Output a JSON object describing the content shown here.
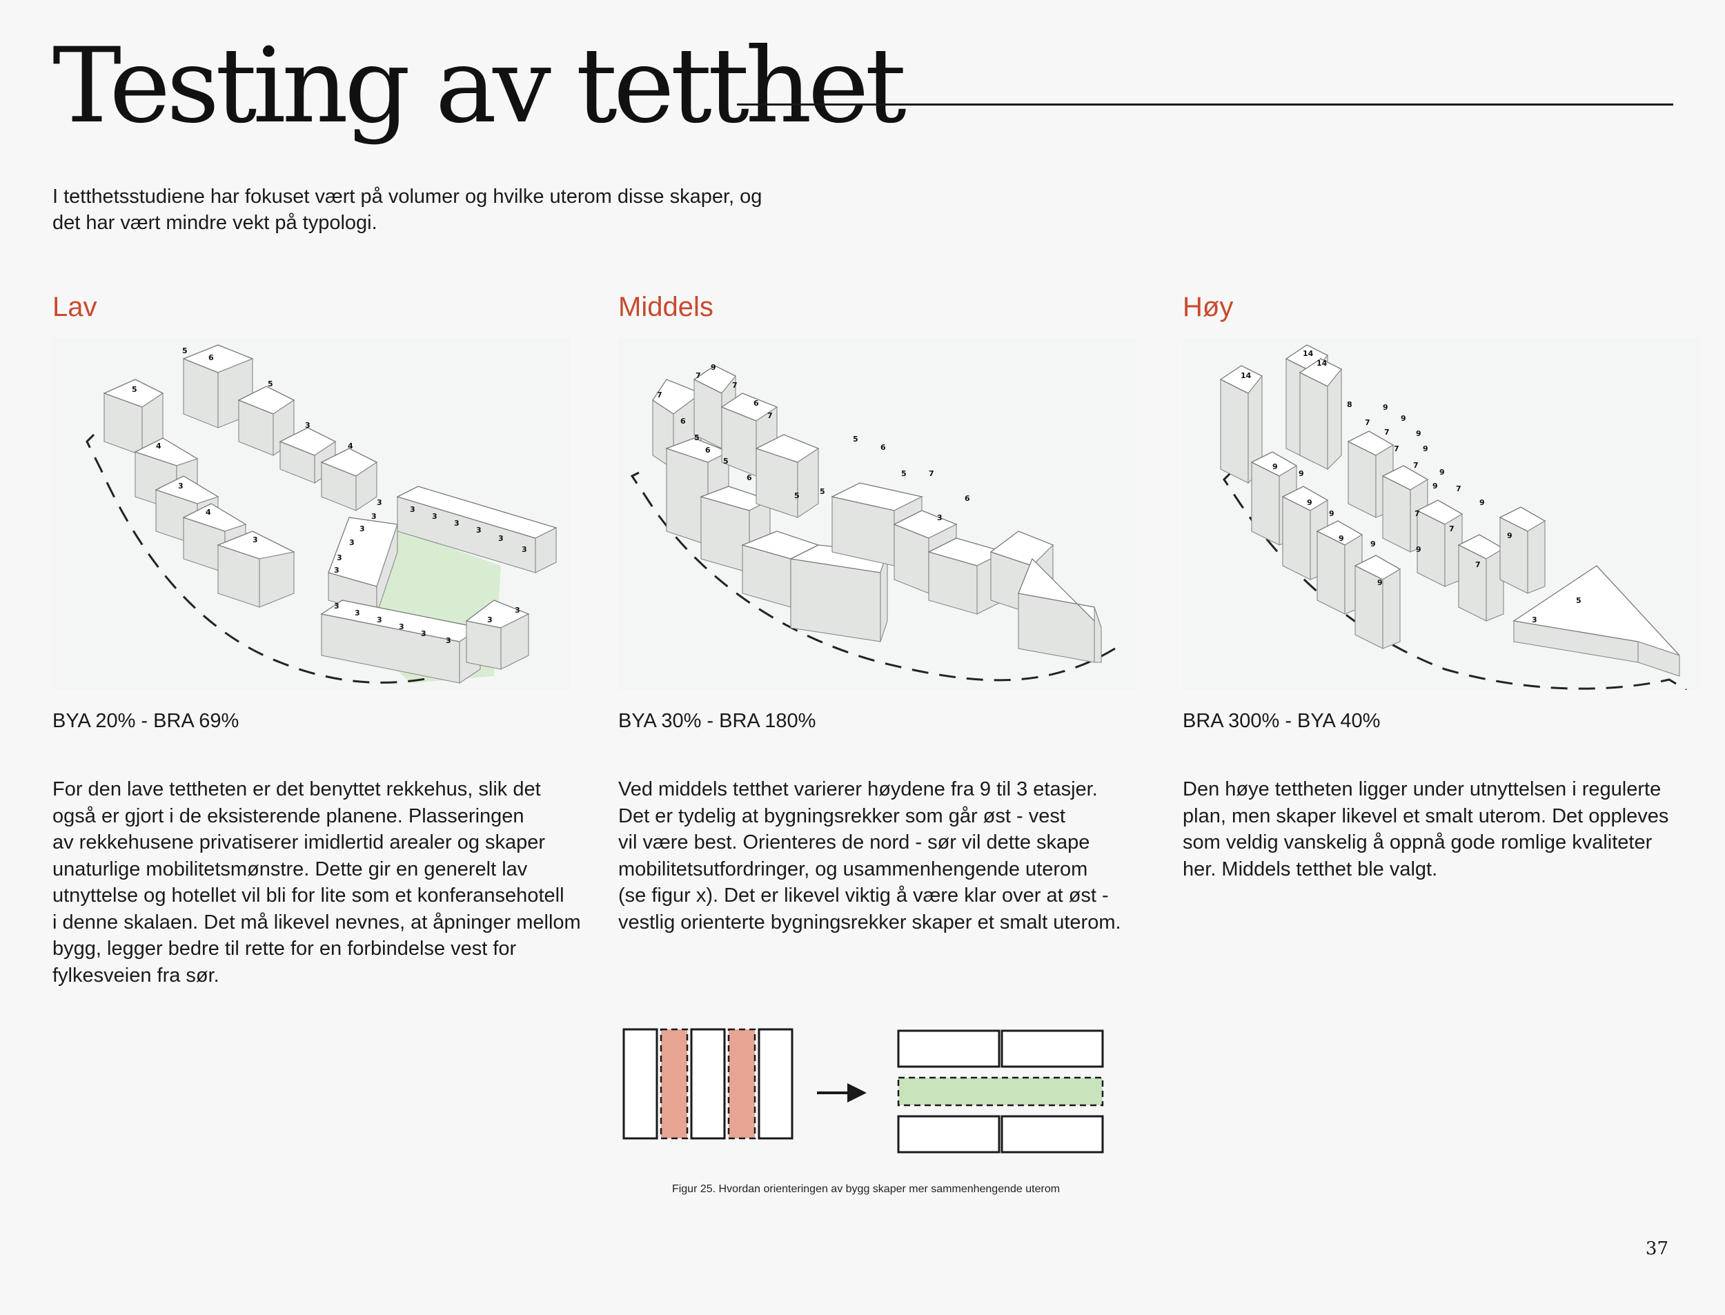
{
  "page": {
    "title": "Testing av tetthet",
    "intro_lines": [
      "I tetthetsstudiene har fokuset vært på volumer og hvilke uterom disse skaper, og",
      "det har vært mindre vekt på typologi."
    ],
    "page_number": "37"
  },
  "columns": [
    {
      "heading": "Lav",
      "stats": "BYA 20% - BRA 69%",
      "storey_labels": [
        "5",
        "6",
        "5",
        "5",
        "3",
        "4",
        "4",
        "3",
        "4",
        "3",
        "3",
        "3",
        "3",
        "3",
        "3",
        "3",
        "3",
        "3",
        "3",
        "3",
        "3",
        "3",
        "3",
        "3",
        "3",
        "3",
        "3",
        "3",
        "3",
        "3"
      ],
      "description_lines": [
        "For den lave tettheten er det benyttet rekkehus, slik det",
        "også er gjort i de eksisterende planene. Plasseringen",
        "av rekkehusene privatiserer imidlertid arealer og skaper",
        "unaturlige mobilitetsmønstre. Dette gir en generelt lav",
        "utnyttelse og hotellet vil bli for lite som et konferansehotell",
        "i denne skalaen. Det må likevel nevnes, at åpninger mellom",
        "bygg, legger bedre til rette for en forbindelse vest for",
        "fylkesveien fra sør."
      ]
    },
    {
      "heading": "Middels",
      "stats": "BYA 30% - BRA 180%",
      "storey_labels": [
        "7",
        "9",
        "7",
        "6",
        "7",
        "7",
        "6",
        "5",
        "6",
        "5",
        "6",
        "5",
        "5",
        "6",
        "5",
        "7",
        "6",
        "3"
      ],
      "description_lines": [
        "Ved middels tetthet varierer høydene fra 9 til 3 etasjer.",
        "Det er tydelig at bygningsrekker som går øst - vest",
        "vil være best. Orienteres de nord - sør vil dette skape",
        "mobilitetsutfordringer, og usammenhengende uterom",
        "(se figur x). Det er likevel viktig å være klar over at øst -",
        "vestlig orienterte bygningsrekker skaper et smalt uterom."
      ]
    },
    {
      "heading": "Høy",
      "stats": "BRA 300% - BYA 40%",
      "storey_labels": [
        "14",
        "14",
        "14",
        "8",
        "9",
        "9",
        "9",
        "7",
        "9",
        "9",
        "7",
        "9",
        "7",
        "9",
        "9",
        "7",
        "9",
        "9",
        "9",
        "9",
        "7",
        "9",
        "9",
        "7",
        "9",
        "9",
        "7",
        "9",
        "5",
        "3"
      ],
      "description_lines": [
        "Den høye tettheten ligger under utnyttelsen i regulerte",
        "plan, men skaper likevel et smalt uterom. Det oppleves",
        "som veldig vanskelig å oppnå gode romlige kvaliteter",
        "her. Middels tetthet ble valgt."
      ]
    }
  ],
  "figure": {
    "caption": "Figur 25. Hvordan orienteringen av bygg skaper mer sammenhengende uterom",
    "colors": {
      "residual_space": "#e8a594",
      "connected_space": "#c9e3bd",
      "outline": "#1a1a1a"
    }
  }
}
